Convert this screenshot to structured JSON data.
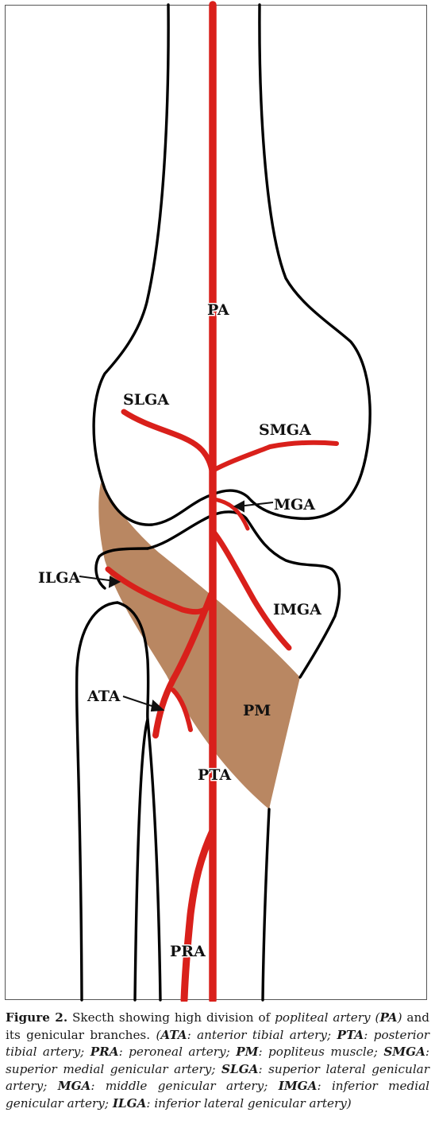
{
  "labels": {
    "pa": "PA",
    "slga": "SLGA",
    "smga": "SMGA",
    "mga": "MGA",
    "ilga": "ILGA",
    "imga": "IMGA",
    "ata": "ATA",
    "pm": "PM",
    "pta": "PTA",
    "pra": "PRA"
  },
  "colors": {
    "artery": "#d9201b",
    "muscle": "#b98762",
    "outline": "#000000"
  },
  "caption": {
    "figure_label": "Figure 2.",
    "p1": " Skecth showing high division of ",
    "p2": "popliteal artery (",
    "p3": "PA",
    "p4": ")",
    "p5": " and its genicular branches. ",
    "p6": "(",
    "p7": "ATA",
    "p8": ": anterior tibial artery; ",
    "p9": "PTA",
    "p10": ": posterior tibial artery; ",
    "p11": "PRA",
    "p12": ": peroneal artery; ",
    "p13": "PM",
    "p14": ": popliteus muscle; ",
    "p15": "SMGA",
    "p16": ": superior medial genicular artery; ",
    "p17": "SLGA",
    "p18": ": superior lateral genicular artery; ",
    "p19": "MGA",
    "p20": ": middle genicular artery; ",
    "p21": "IMGA",
    "p22": ": inferior medial genicular artery; ",
    "p23": "ILGA",
    "p24": ": inferior lateral genicular artery)"
  }
}
